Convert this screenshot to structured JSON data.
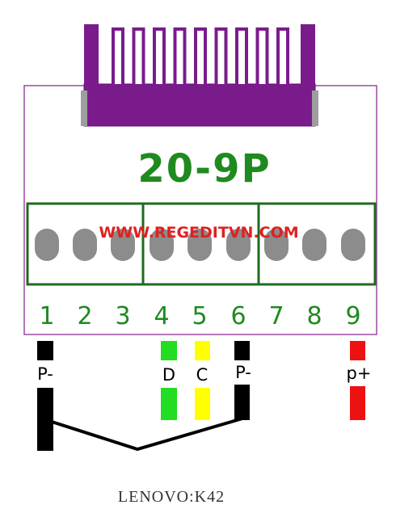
{
  "title": "20-9P",
  "watermark": "WWW.REGEDITVN.COM",
  "pin_numbers": [
    "1",
    "2",
    "3",
    "4",
    "5",
    "6",
    "7",
    "8",
    "9"
  ],
  "wire_labels": {
    "pin1": "P-",
    "pin4": "D",
    "pin5": "C",
    "pin6": "P-",
    "pin9": "p+"
  },
  "model": "LENOVO:K42",
  "colors": {
    "connector": "#7a1b8c",
    "outline": "#1f6b1f",
    "title": "#1f8a1f",
    "pin_hole": "#8c8c8c",
    "watermark": "#e02020",
    "wire_black": "#000000",
    "wire_green": "#22dd22",
    "wire_yellow": "#ffff00",
    "wire_red": "#ee1111",
    "model_text": "#333333"
  }
}
